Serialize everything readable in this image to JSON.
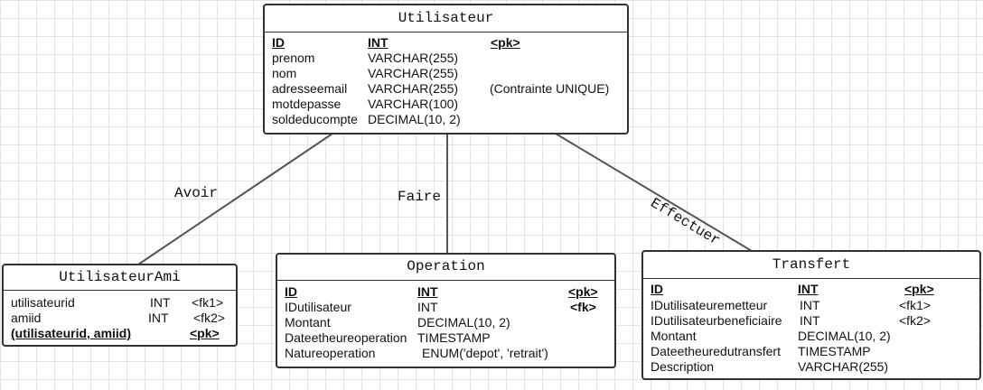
{
  "entities": {
    "utilisateur": {
      "title": "Utilisateur",
      "rows": [
        {
          "name": "ID",
          "type": "INT",
          "key": "<pk>"
        },
        {
          "name": "prenom",
          "type": "VARCHAR(255)",
          "key": ""
        },
        {
          "name": "nom",
          "type": "VARCHAR(255)",
          "key": ""
        },
        {
          "name": "adresseemail",
          "type": "VARCHAR(255)",
          "key": "(Contrainte UNIQUE)"
        },
        {
          "name": "motdepasse",
          "type": "VARCHAR(100)",
          "key": ""
        },
        {
          "name": "soldeducompte",
          "type": "DECIMAL(10, 2)",
          "key": ""
        }
      ]
    },
    "utilisateur_ami": {
      "title": "UtilisateurAmi",
      "rows": [
        {
          "name": "utilisateurid",
          "type": "INT",
          "key": "<fk1>"
        },
        {
          "name": "amiid",
          "type": "INT",
          "key": "<fk2>"
        },
        {
          "name": "(utilisateurid, amiid)",
          "type": "",
          "key": "<pk>"
        }
      ]
    },
    "operation": {
      "title": "Operation",
      "rows": [
        {
          "name": "ID",
          "type": "INT",
          "key": "<pk>"
        },
        {
          "name": "IDutilisateur",
          "type": "INT",
          "key": "<fk>"
        },
        {
          "name": "Montant",
          "type": "DECIMAL(10, 2)",
          "key": ""
        },
        {
          "name": "Dateetheureoperation",
          "type": "TIMESTAMP",
          "key": ""
        },
        {
          "name": "Natureoperation",
          "type": "ENUM('depot', 'retrait')",
          "key": ""
        }
      ]
    },
    "transfert": {
      "title": "Transfert",
      "rows": [
        {
          "name": "ID",
          "type": "INT",
          "key": "<pk>"
        },
        {
          "name": "IDutilisateuremetteur",
          "type": "INT",
          "key": "<fk1>"
        },
        {
          "name": "IDutilisateurbeneficiaire",
          "type": "INT",
          "key": "<fk2>"
        },
        {
          "name": "Montant",
          "type": "DECIMAL(10, 2)",
          "key": ""
        },
        {
          "name": "Dateetheuredutransfert",
          "type": "TIMESTAMP",
          "key": ""
        },
        {
          "name": "Description",
          "type": "VARCHAR(255)",
          "key": ""
        }
      ]
    }
  },
  "relationships": {
    "avoir": "Avoir",
    "faire": "Faire",
    "effectuer": "Effectuer"
  },
  "colors": {
    "border": "#333333",
    "connector": "#555555",
    "grid": "#e4e4e4"
  }
}
